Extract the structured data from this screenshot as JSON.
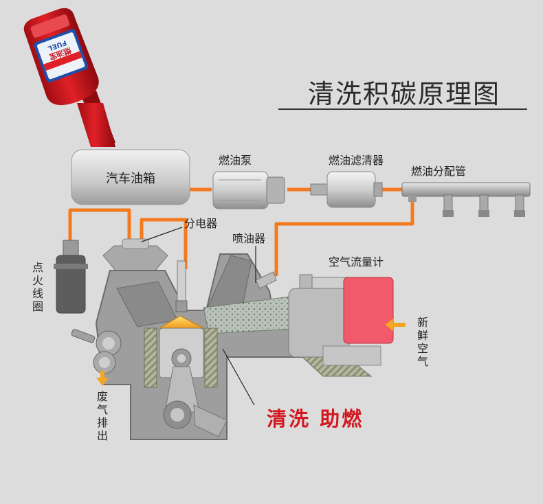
{
  "title": "清洗积碳原理图",
  "components": {
    "fuel_tank": "汽车油箱",
    "fuel_pump": "燃油泵",
    "fuel_filter": "燃油滤清器",
    "fuel_rail": "燃油分配管",
    "distributor": "分电器",
    "injector": "喷油器",
    "air_flow_meter": "空气流量计",
    "ignition_coil": "点火线圈",
    "fresh_air": "新鲜空气",
    "exhaust": "废气排出"
  },
  "callout": "清洗 助燃",
  "product": {
    "brand_text": "FUEL",
    "name_text": "燃油宝"
  },
  "colors": {
    "background": "#dcdcdc",
    "fuel_line": "#f47a20",
    "callout": "#d4171f",
    "bottle_red": "#c8161d",
    "air_box_pink": "#f05a6a",
    "engine_gray": "#8e8e8e"
  }
}
